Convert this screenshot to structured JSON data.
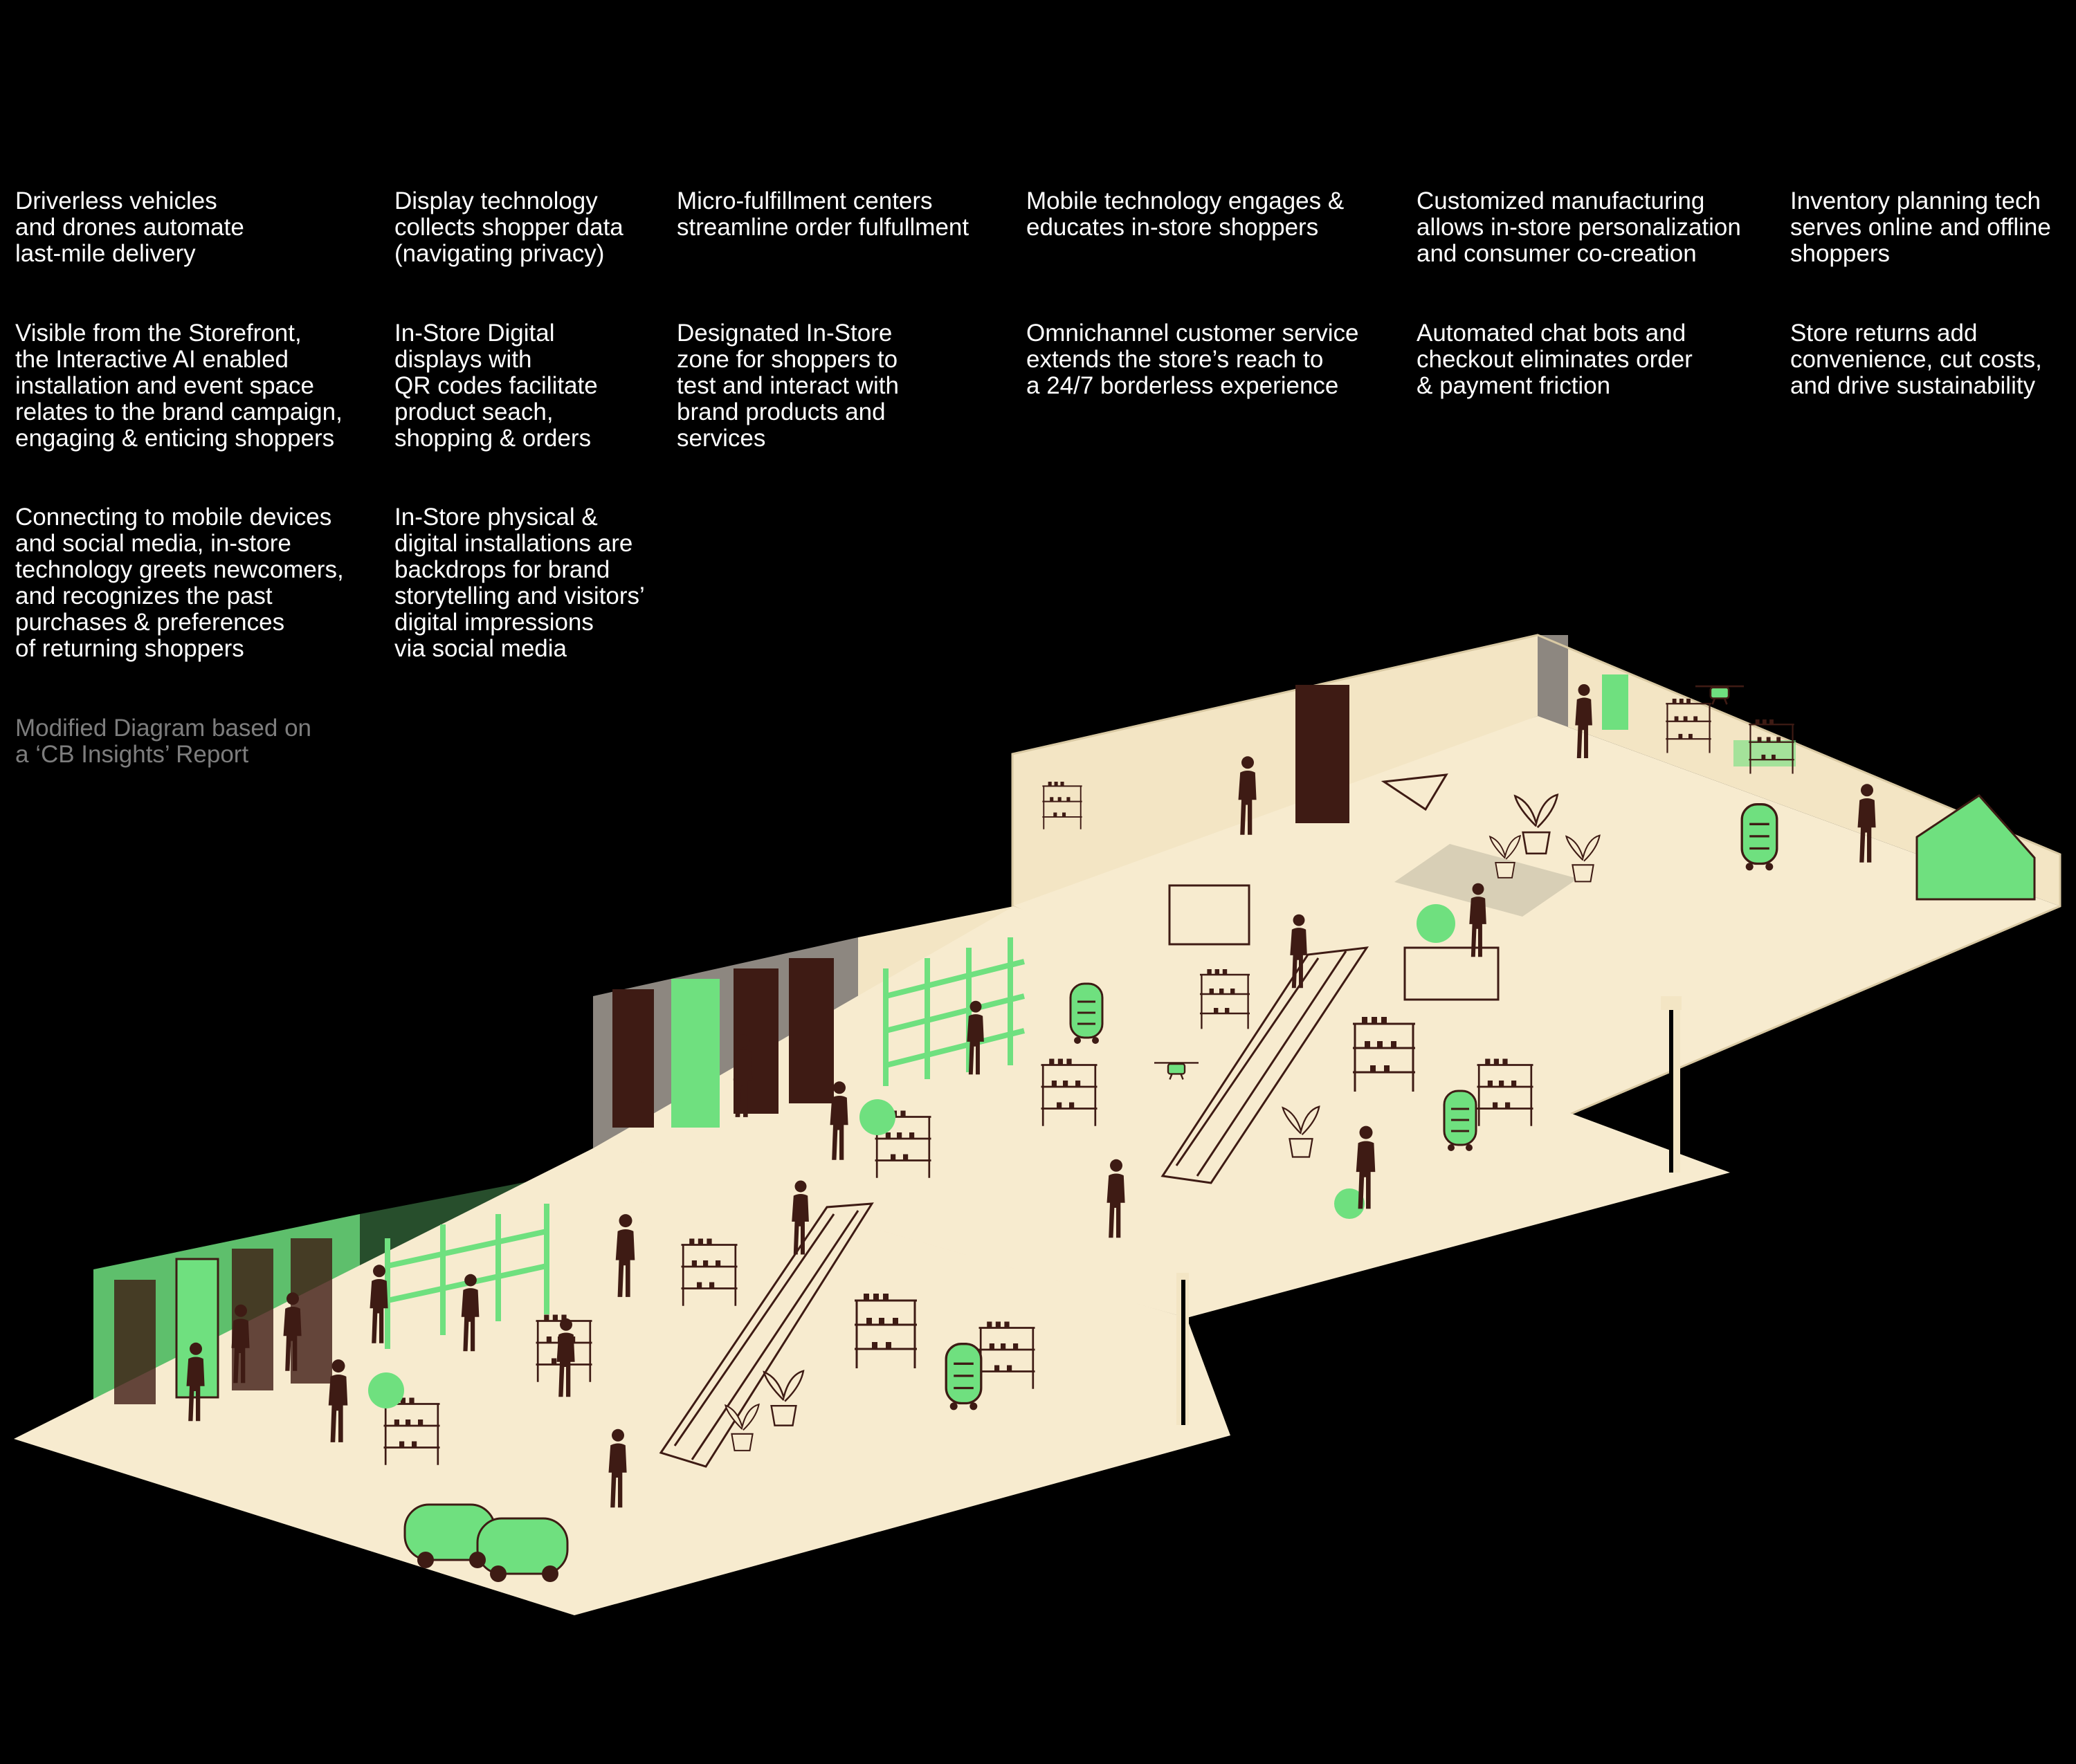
{
  "captions": {
    "c1": "Driverless vehicles\nand drones automate\nlast-mile delivery",
    "c2": "Display technology\ncollects shopper data\n(navigating privacy)",
    "c3": "Micro-fulfillment centers\nstreamline order fulfullment",
    "c4": "Mobile technology engages &\neducates in-store shoppers",
    "c5": "Customized manufacturing\nallows in-store personalization\nand consumer co-creation",
    "c6": "Inventory planning tech\nserves online and offline\nshoppers",
    "c7": "Visible from the Storefront,\nthe Interactive AI enabled\ninstallation and event space\nrelates to the brand campaign,\nengaging & enticing shoppers",
    "c8": "In-Store Digital\ndisplays with\nQR codes facilitate\nproduct seach,\nshopping & orders",
    "c9": "Designated In-Store\nzone for shoppers to\ntest and interact with\nbrand products and\nservices",
    "c10": "Omnichannel customer service\nextends the store’s reach to\na 24/7 borderless experience",
    "c11": "Automated chat bots and\ncheckout eliminates order\n& payment friction",
    "c12": "Store returns add\nconvenience, cut costs,\nand drive sustainability",
    "c13": "Connecting to mobile devices\nand social media, in-store\ntechnology greets newcomers,\nand recognizes the past\npurchases & preferences\nof returning shoppers",
    "c14": "In-Store physical &\ndigital installations are\nbackdrops for brand\nstorytelling and visitors’\ndigital impressions\nvia social media"
  },
  "source_note": "Modified Diagram based on\na ‘CB Insights’ Report",
  "colors": {
    "background": "#000000",
    "floor": "#f7ebcf",
    "wall": "#f3e5c4",
    "accent_green": "#6fe07f",
    "figure": "#3e1b14",
    "door_dark": "#3e1b14"
  }
}
